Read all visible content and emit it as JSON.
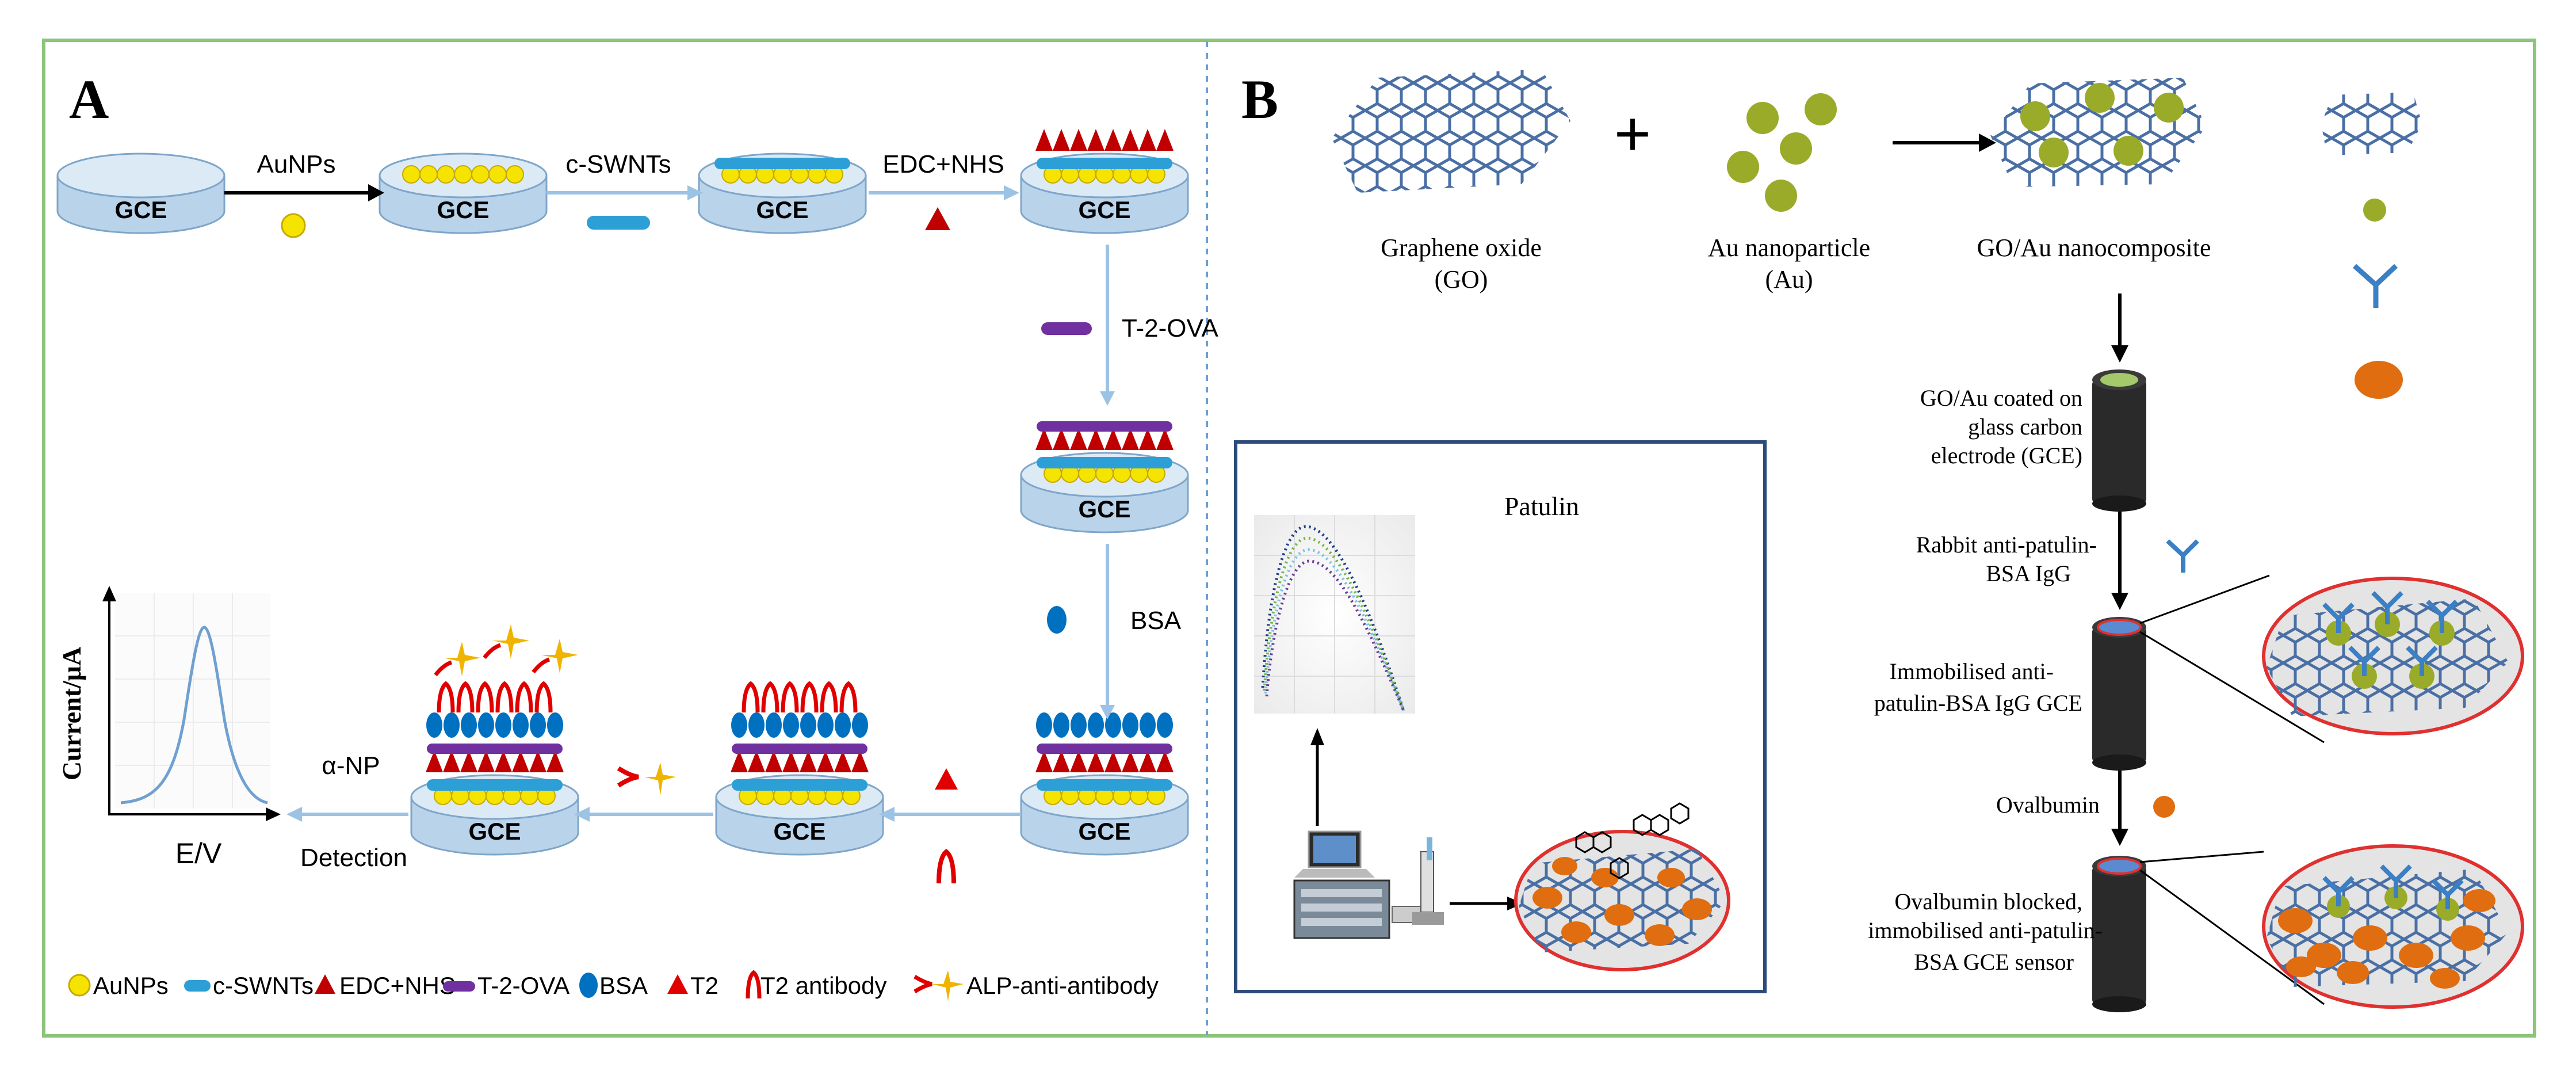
{
  "panelA": {
    "letter": "A",
    "electrode": "GCE",
    "steps": {
      "aunps": "AuNPs",
      "cswnts": "c-SWNTs",
      "edcnhs": "EDC+NHS",
      "t2ova": "T-2-OVA",
      "bsa": "BSA",
      "anp": "α-NP",
      "detection": "Detection"
    },
    "axes": {
      "y": "Current/μA",
      "x": "E/V"
    },
    "legend": [
      "AuNPs",
      "c-SWNTs",
      "EDC+NHS",
      "T-2-OVA",
      "BSA",
      "T2",
      "T2 antibody",
      "ALP-anti-antibody"
    ]
  },
  "panelB": {
    "letter": "B",
    "go": [
      "Graphene oxide",
      "(GO)"
    ],
    "au": [
      "Au nanoparticle",
      "(Au)"
    ],
    "goau": "GO/Au nanocomposite",
    "coated": [
      "GO/Au coated on",
      "glass carbon",
      "electrode (GCE)"
    ],
    "rabbit": [
      "Rabbit anti-patulin-",
      "BSA IgG"
    ],
    "immob": [
      "Immobilised anti-",
      "patulin-BSA  IgG GCE"
    ],
    "ovalbumin": "Ovalbumin",
    "blocked": [
      "Ovalbumin blocked,",
      "immobilised anti-patulin-",
      "BSA GCE sensor"
    ],
    "patulin": "Patulin",
    "plus": "+"
  },
  "colors": {
    "gold": "#f5e400",
    "swnt": "#2c9fd6",
    "edc": "#c00000",
    "ova": "#7030a0",
    "bsa": "#0070c0",
    "antibody": "#e00000",
    "alp": "#f0b400",
    "disk_top": "#dceaf6",
    "disk_side": "#b9d3ea",
    "graphene": "#4a6fa5",
    "aunp_b": "#9aab2a",
    "ovalbumin": "#e06d10",
    "electrode_body": "#2a2a2a",
    "frame": "#8cc47a"
  }
}
